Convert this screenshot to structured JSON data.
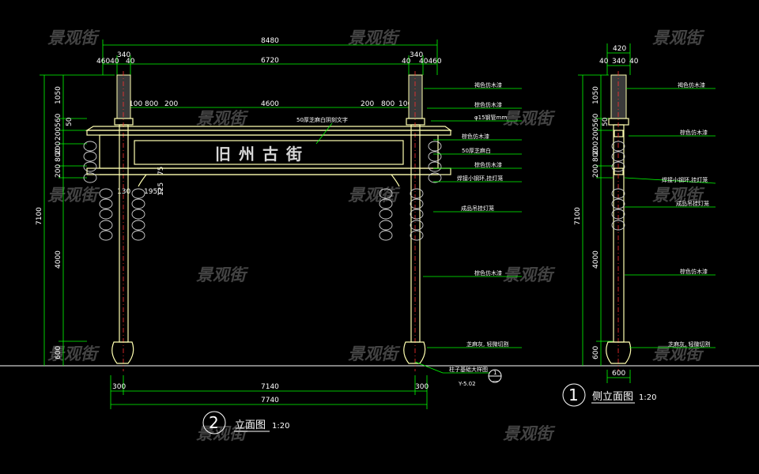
{
  "watermark": "景观街",
  "front": {
    "sign_text": "旧州古街",
    "top_dims": {
      "overall": "8480",
      "d340": "340",
      "d46040": "46040",
      "d40a": "40",
      "d6720": "6720",
      "d40b": "40",
      "d40460": "40460",
      "d340b": "340"
    },
    "beam_dims": {
      "d100a": "100",
      "d800a": "800",
      "d200a": "200",
      "d4600": "4600",
      "d200b": "200",
      "d800b": "800",
      "d100b": "100"
    },
    "left_dims": {
      "total": "7100",
      "d1050": "1050",
      "d200560": "200560",
      "d50": "50",
      "d200": "200",
      "d800": "800",
      "d200b": "200",
      "d4000": "4000",
      "d600": "600"
    },
    "small_dims": {
      "d130": "130",
      "d1950": "1950",
      "d75": "75",
      "d125": "125"
    },
    "bottom_dims": {
      "d300a": "300",
      "d7140": "7140",
      "d300b": "300",
      "d7740": "7740"
    },
    "inner_notes": {
      "n1": "50厚芝麻白阴刻文字"
    },
    "notes": [
      "褐色仿木漆",
      "棕色仿木漆",
      "φ15钢管mm",
      "棕色仿木漆",
      "50厚芝麻白",
      "棕色仿木漆",
      "焊接小钢环,挂灯笼",
      "成品吊挂灯笼",
      "棕色仿木漆",
      "芝麻灰, 轻微切割"
    ],
    "detail_note": "柱子基础大样图",
    "detail_ref": {
      "top": "1",
      "bottom": "—",
      "sheet": "Y-5.02"
    },
    "title": {
      "number": "2",
      "name": "立面图",
      "scale": "1:20"
    }
  },
  "side": {
    "top_dims": {
      "d420": "420",
      "d40a": "40",
      "d340": "340",
      "d40b": "40"
    },
    "left_dims": {
      "total": "7100",
      "d1050": "1050",
      "d200560": "200560",
      "d50": "50",
      "d200": "200",
      "d800": "800",
      "d200b": "200",
      "d4000": "4000",
      "d600": "600"
    },
    "bottom_dims": {
      "d600": "600"
    },
    "notes": [
      "褐色仿木漆",
      "棕色仿木漆",
      "焊接小钢环,挂灯笼",
      "成品吊挂灯笼",
      "棕色仿木漆",
      "芝麻灰, 轻微切割"
    ],
    "title": {
      "number": "1",
      "name": "侧立面图",
      "scale": "1:20"
    }
  }
}
